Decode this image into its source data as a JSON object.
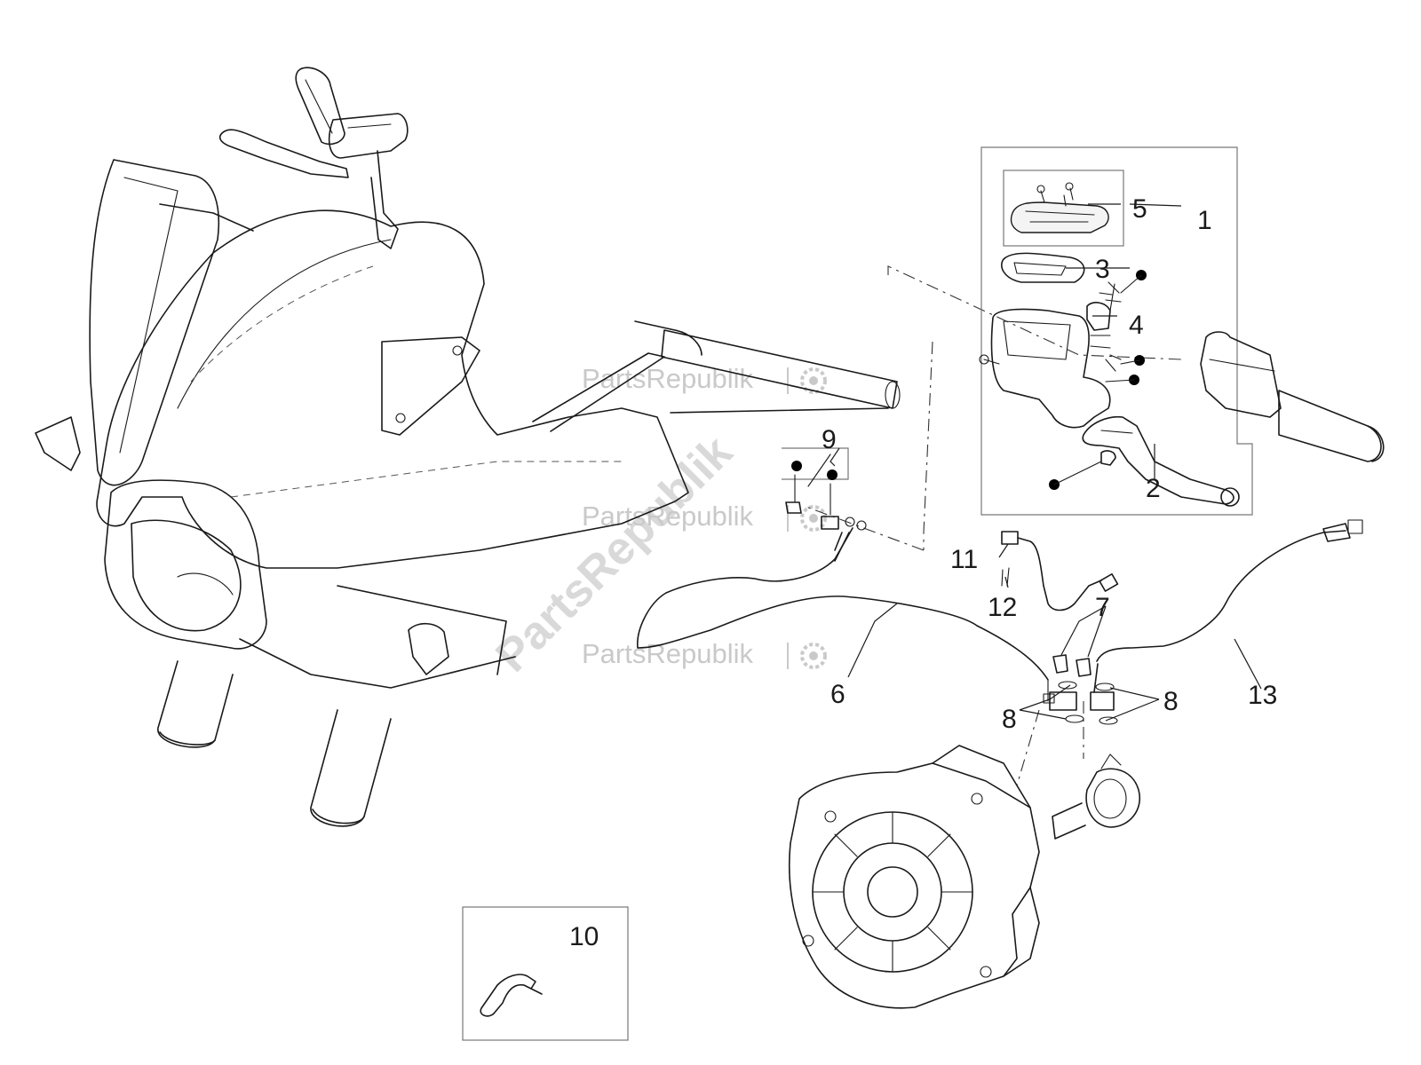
{
  "callouts": [
    {
      "id": "1",
      "text": "1"
    },
    {
      "id": "2",
      "text": "2"
    },
    {
      "id": "3",
      "text": "3"
    },
    {
      "id": "4",
      "text": "4"
    },
    {
      "id": "5",
      "text": "5"
    },
    {
      "id": "6",
      "text": "6"
    },
    {
      "id": "7",
      "text": "7"
    },
    {
      "id": "8a",
      "text": "8"
    },
    {
      "id": "8b",
      "text": "8"
    },
    {
      "id": "9",
      "text": "9"
    },
    {
      "id": "10",
      "text": "10"
    },
    {
      "id": "11",
      "text": "11"
    },
    {
      "id": "12",
      "text": "12"
    },
    {
      "id": "13",
      "text": "13"
    }
  ],
  "watermark": {
    "text": "PartsRepublik",
    "diagonal_text": "PartsRepublik",
    "icon": "gear-icon"
  }
}
